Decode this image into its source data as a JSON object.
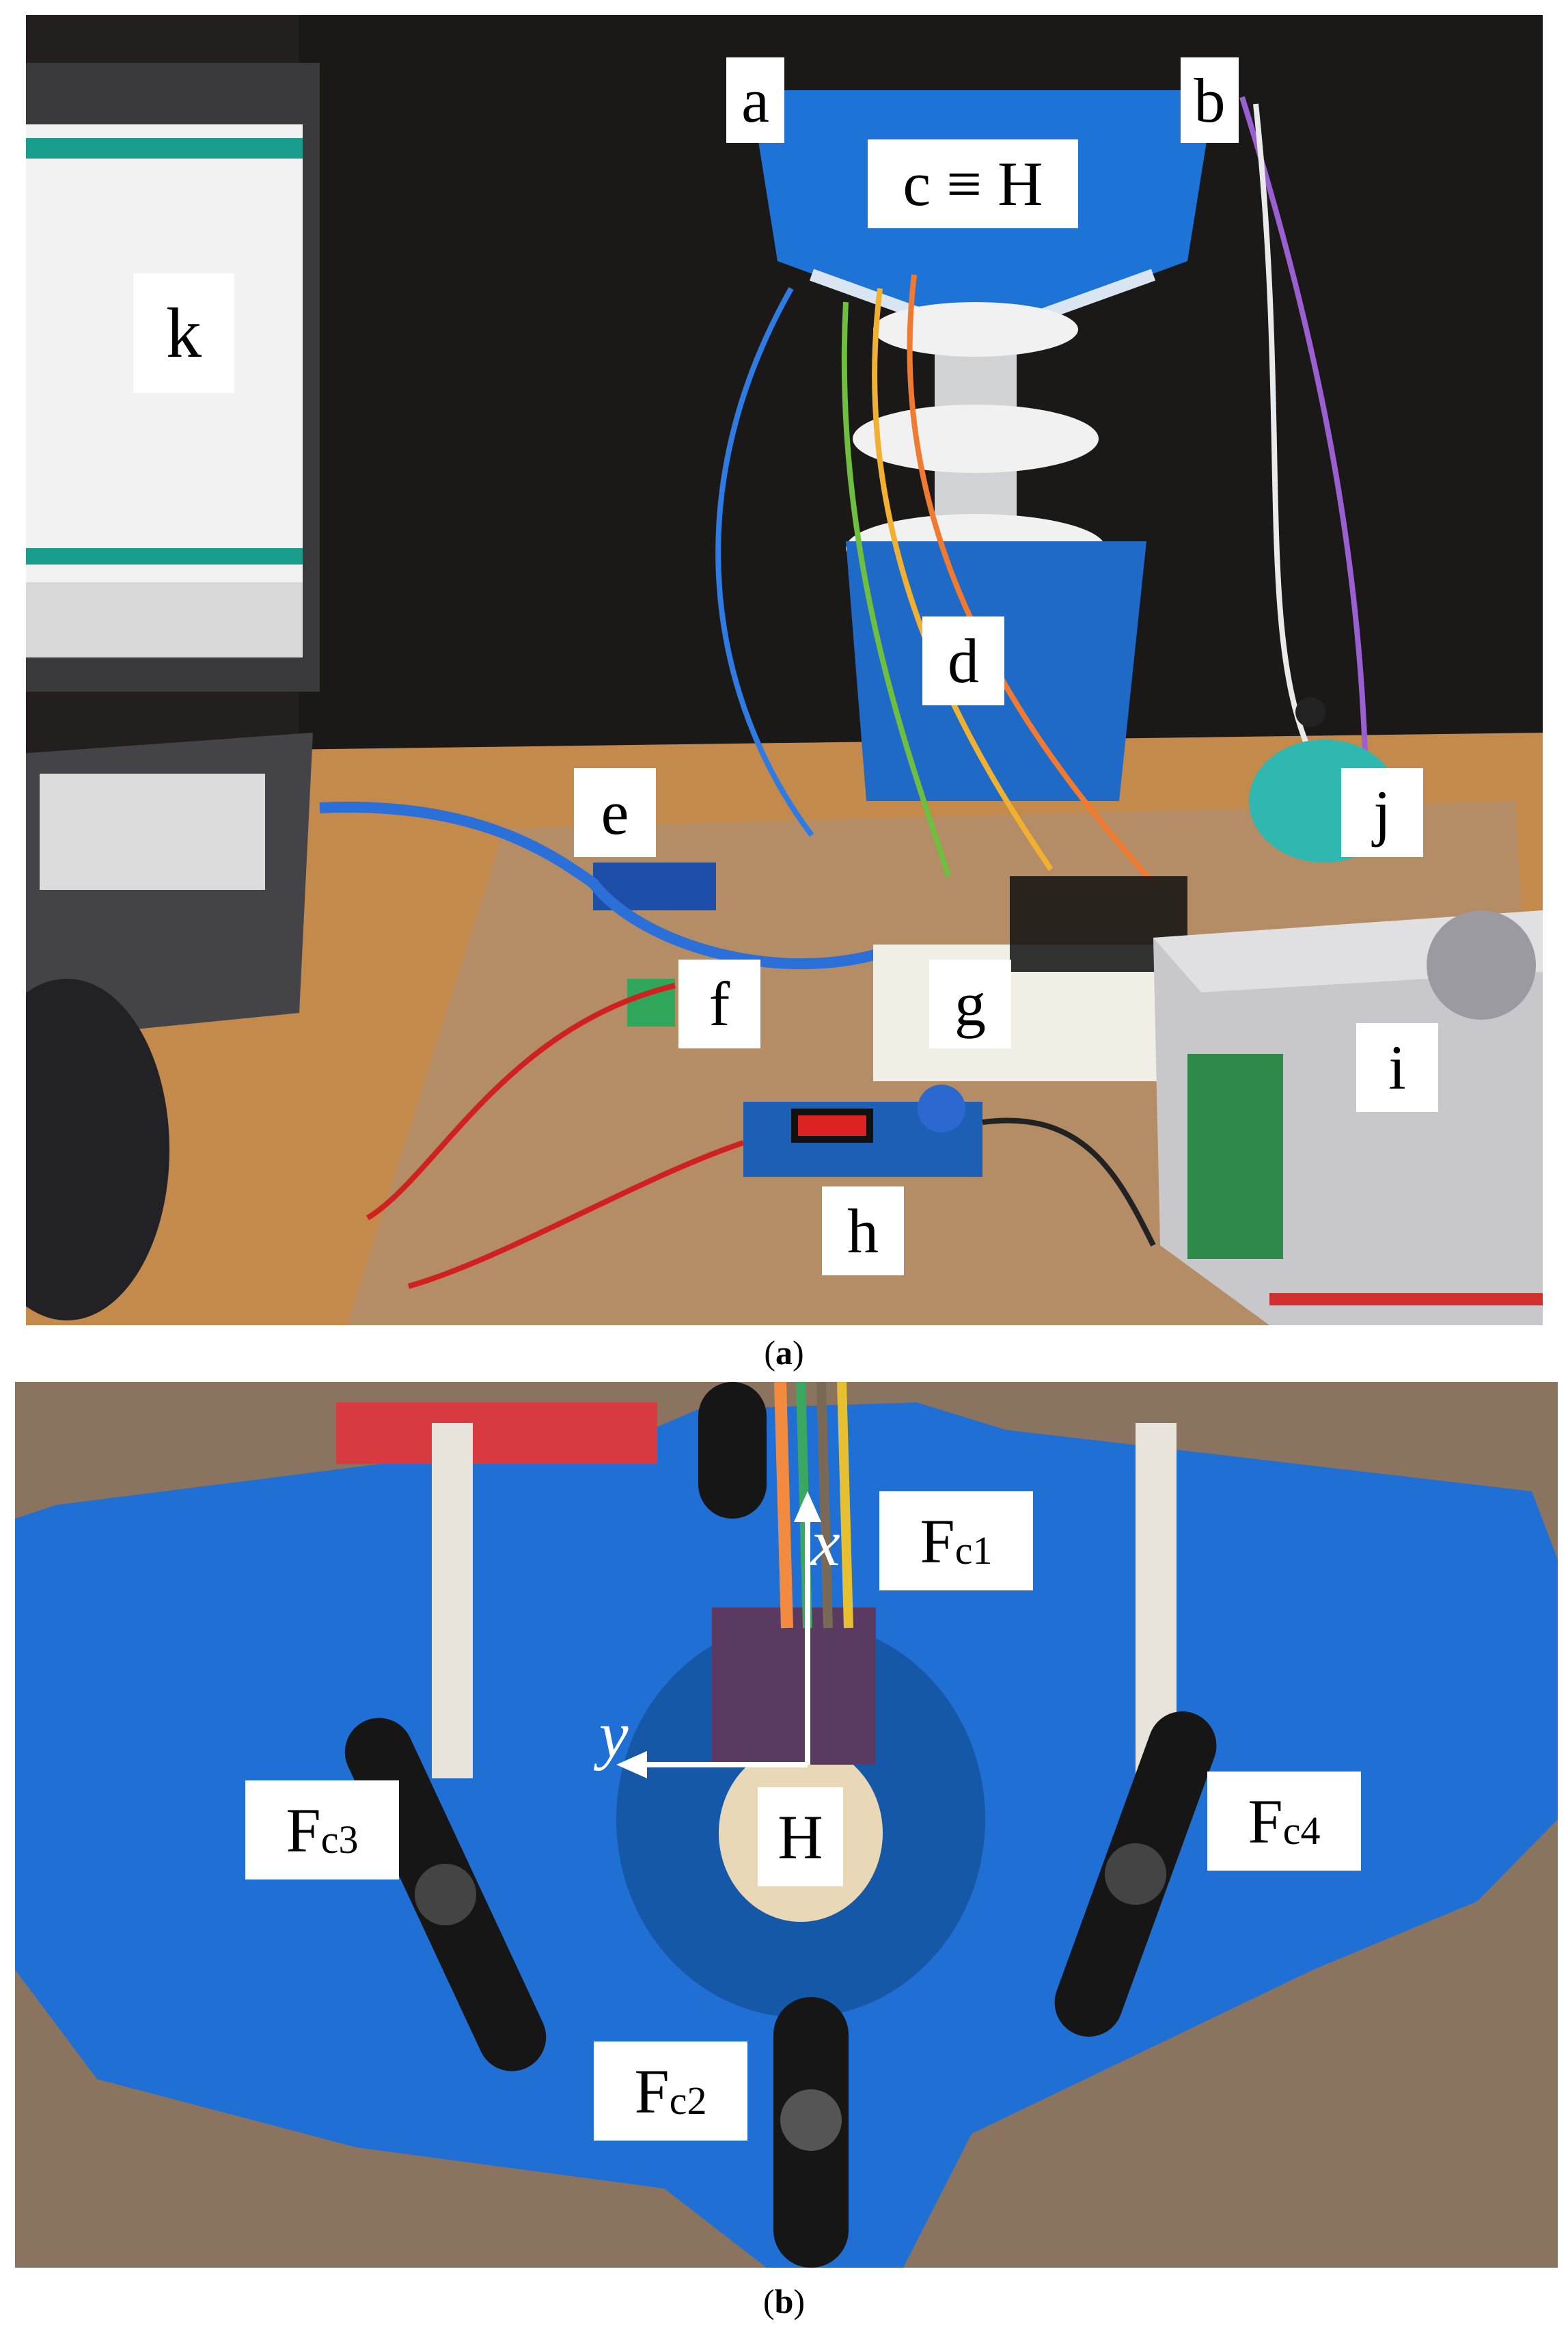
{
  "panel_a": {
    "labels": {
      "a": "a",
      "b": "b",
      "c": "c ≡ H",
      "d": "d",
      "e": "e",
      "f": "f",
      "g": "g",
      "h": "h",
      "i": "i",
      "j": "j",
      "k": "k"
    },
    "caption_letter": "a"
  },
  "panel_b": {
    "labels": {
      "fc1": {
        "base": "F",
        "sub": "c1"
      },
      "fc2": {
        "base": "F",
        "sub": "c2"
      },
      "fc3": {
        "base": "F",
        "sub": "c3"
      },
      "fc4": {
        "base": "F",
        "sub": "c4"
      },
      "H": "H"
    },
    "axes": {
      "x": "x",
      "y": "y"
    },
    "caption_letter": "b"
  },
  "colors": {
    "robot_blue": "#1e73d6",
    "desk_wood": "#c9894a",
    "board_cardboard": "#b08a64",
    "wall_dark": "#1c1a1a",
    "psu_silver": "#c8c8cc"
  }
}
